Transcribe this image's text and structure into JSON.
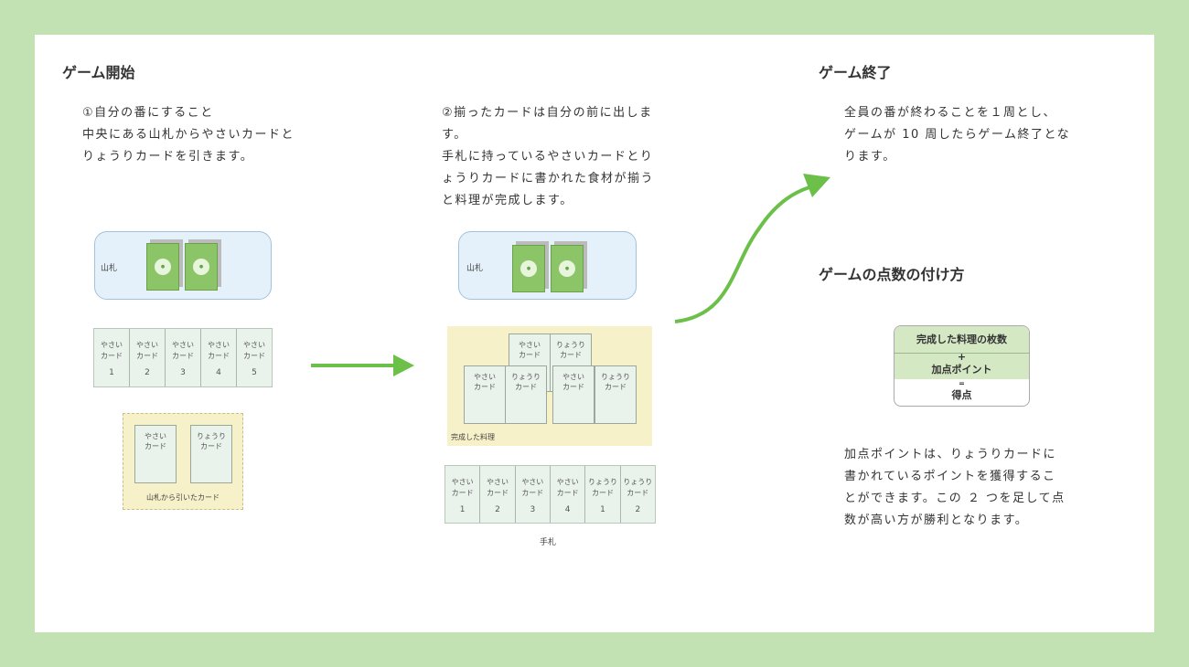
{
  "start": {
    "title": "ゲーム開始",
    "text": "①自分の番にすること\n中央にある山札からやさいカードと\nりょうりカードを引きます。",
    "deck_label": "山札",
    "hand": [
      {
        "name": "やさい\nカード",
        "num": "1"
      },
      {
        "name": "やさい\nカード",
        "num": "2"
      },
      {
        "name": "やさい\nカード",
        "num": "3"
      },
      {
        "name": "やさい\nカード",
        "num": "4"
      },
      {
        "name": "やさい\nカード",
        "num": "5"
      }
    ],
    "drawn_cards": [
      "やさい\nカード",
      "りょうり\nカード"
    ],
    "drawn_label": "山札から引いたカード"
  },
  "middle": {
    "text": "②揃ったカードは自分の前に出しま\nす。\n手札に持っているやさいカードとり\nょうりカードに書かれた食材が揃う\nと料理が完成します。",
    "deck_label": "山札",
    "completed_top": [
      "やさい\nカード",
      "りょうり\nカード"
    ],
    "completed_bottom": [
      "やさい\nカード",
      "りょうり\nカード",
      "やさい\nカード",
      "りょうり\nカード"
    ],
    "completed_label": "完成した料理",
    "hand": [
      {
        "name": "やさい\nカード",
        "num": "1"
      },
      {
        "name": "やさい\nカード",
        "num": "2"
      },
      {
        "name": "やさい\nカード",
        "num": "3"
      },
      {
        "name": "やさい\nカード",
        "num": "4"
      },
      {
        "name": "りょうり\nカード",
        "num": "1"
      },
      {
        "name": "りょうり\nカード",
        "num": "2"
      }
    ],
    "hand_label": "手札"
  },
  "end": {
    "title": "ゲーム終了",
    "text": "全員の番が終わることを１周とし、\nゲームが 10 周したらゲーム終了とな\nります。"
  },
  "scoring": {
    "title": "ゲームの点数の付け方",
    "rows": [
      "完成した料理の枚数",
      "+",
      "加点ポイント",
      "=",
      "得点"
    ],
    "text": "加点ポイントは、りょうりカードに\n書かれているポイントを獲得するこ\nとができます。この ２ つを足して点\n数が高い方が勝利となります。"
  },
  "colors": {
    "background": "#c3e2b4",
    "arrow": "#6cc04a",
    "deck_card": "#8cc567"
  }
}
